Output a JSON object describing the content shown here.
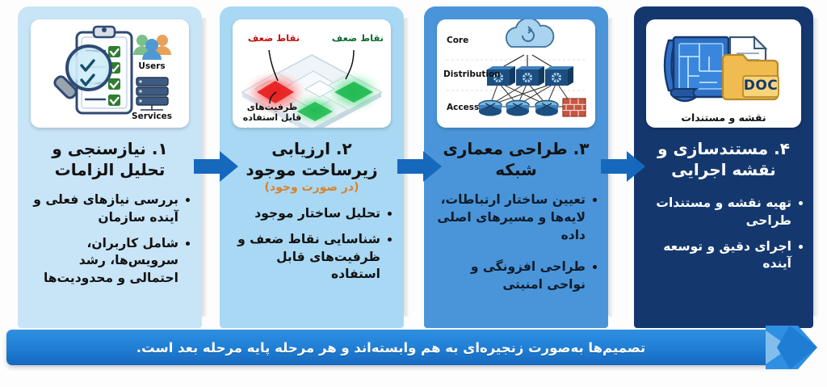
{
  "banner": {
    "text": "تصمیم‌ها به‌صورت زنجیره‌ای به هم وابسته‌اند و هر مرحله پایه مرحله بعد است.",
    "color": "#1f7ed4"
  },
  "arrows": {
    "color": "#1668bd",
    "label": "مرحله بعد"
  },
  "columns": [
    {
      "id": "col1",
      "number": "۱.",
      "title": "۱. نیازسنجی و تحلیل الزامات",
      "subtitle": "",
      "bg": "#c8e4f7",
      "bullets": [
        "بررسی نیازهای فعلی و آینده سازمان",
        "شامل کاربران، سرویس‌ها، رشد احتمالی و محدودیت‌ها"
      ],
      "card": {
        "kind": "requirements",
        "labels": [
          "Users",
          "Services"
        ],
        "caption": ""
      }
    },
    {
      "id": "col2",
      "number": "۲.",
      "title": "۲. ارزیابی زیرساخت موجود",
      "subtitle": "(در صورت وجود)",
      "bg": "#a8d8f4",
      "bullets": [
        "تحلیل ساختار موجود",
        "شناسایی نقاط ضعف و ظرفیت‌های قابل استفاده"
      ],
      "card": {
        "kind": "heatmap",
        "labels": [
          "نقاط ضعف",
          "نقاط ضعف",
          "ظرفیت‌های قابل استفاده"
        ],
        "caption": ""
      }
    },
    {
      "id": "col3",
      "number": "۳.",
      "title": "۳. طراحی معماری شبکه",
      "subtitle": "",
      "bg": "#4a95d9",
      "bullets": [
        "تعیین ساختار ارتباطات، لایه‌ها و مسیرهای اصلی داده",
        "طراحی افزونگی و نواحی امنیتی"
      ],
      "card": {
        "kind": "topology",
        "labels": [
          "Core",
          "Distribution",
          "Access"
        ],
        "caption": ""
      }
    },
    {
      "id": "col4",
      "number": "۴.",
      "title": "۴. مستندسازی و نقشه اجرایی",
      "subtitle": "",
      "bg": "#14386e",
      "bullets": [
        "تهیه نقشه و مستندات طراحی",
        "اجرای دقیق و توسعه آینده"
      ],
      "card": {
        "kind": "docs",
        "labels": [
          "DOC"
        ],
        "caption": "نقشه و مستندات"
      }
    }
  ]
}
